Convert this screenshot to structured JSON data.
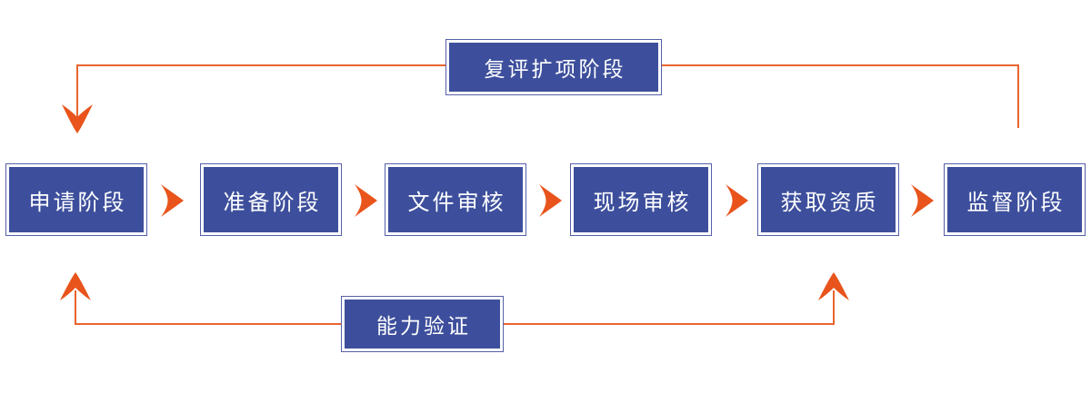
{
  "flowchart": {
    "steps": [
      {
        "label": "申请阶段"
      },
      {
        "label": "准备阶段"
      },
      {
        "label": "文件审核"
      },
      {
        "label": "现场审核"
      },
      {
        "label": "获取资质"
      },
      {
        "label": "监督阶段"
      }
    ],
    "top_loop": {
      "label": "复评扩项阶段"
    },
    "bottom_loop": {
      "label": "能力验证"
    },
    "colors": {
      "box_fill_blue": "#3D4F9C",
      "box_outline_blue": "#5560A8",
      "arrow_orange": "#E8541C",
      "line_orange": "#EA6430",
      "text_white": "#FFFFFF",
      "background": "#FFFFFF"
    },
    "icons": [
      {
        "name": "chevron-right-icon",
        "glyph": "❯",
        "color": "#E8541C"
      },
      {
        "name": "arrowhead-down-icon",
        "glyph": "⌄",
        "color": "#E8541C"
      },
      {
        "name": "arrowhead-up-icon",
        "glyph": "⌃",
        "color": "#E8541C"
      }
    ]
  }
}
